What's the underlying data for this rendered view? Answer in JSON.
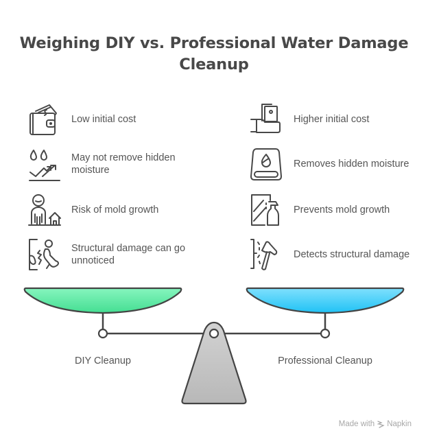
{
  "title": "Weighing DIY vs. Professional Water Damage Cleanup",
  "left_side": {
    "label": "DIY Cleanup",
    "pan_color": "#5EE5A0",
    "items": [
      {
        "icon": "wallet-money-icon",
        "text": "Low initial cost"
      },
      {
        "icon": "water-drops-trend-icon",
        "text": "May not remove hidden moisture"
      },
      {
        "icon": "person-house-mold-icon",
        "text": "Risk of mold growth"
      },
      {
        "icon": "person-cracked-wall-icon",
        "text": "Structural damage can go unnoticed"
      }
    ]
  },
  "right_side": {
    "label": "Professional Cleanup",
    "pan_color": "#36C9F5",
    "items": [
      {
        "icon": "hand-holding-money-icon",
        "text": "Higher initial cost"
      },
      {
        "icon": "moisture-sensor-icon",
        "text": "Removes hidden moisture"
      },
      {
        "icon": "window-spray-bottle-icon",
        "text": "Prevents mold growth"
      },
      {
        "icon": "hammer-wall-icon",
        "text": "Detects structural damage"
      }
    ]
  },
  "footer": {
    "made_with": "Made with",
    "brand": "Napkin"
  }
}
